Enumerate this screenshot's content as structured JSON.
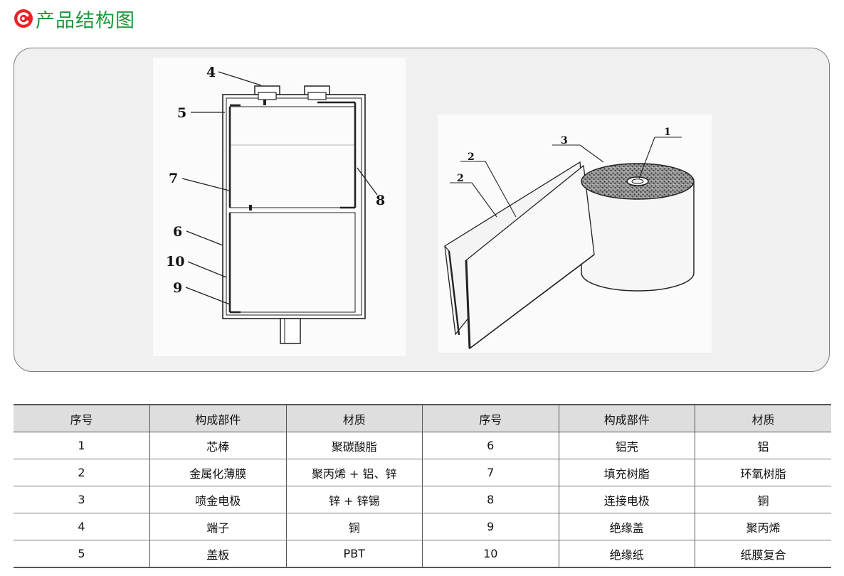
{
  "header": {
    "title": "产品结构图",
    "logo_icon": "c-logo-icon",
    "logo_color": "#e8232a",
    "title_color": "#1a9a3c"
  },
  "figure": {
    "left_callouts": [
      "4",
      "5",
      "7",
      "6",
      "10",
      "9",
      "8"
    ],
    "right_callouts": [
      "1",
      "3",
      "2",
      "2"
    ]
  },
  "table": {
    "headers": [
      "序号",
      "构成部件",
      "材质",
      "序号",
      "构成部件",
      "材质"
    ],
    "rows": [
      [
        "1",
        "芯棒",
        "聚碳酸脂",
        "6",
        "铝壳",
        "铝"
      ],
      [
        "2",
        "金属化薄膜",
        "聚丙烯 + 铝、锌",
        "7",
        "填充树脂",
        "环氧树脂"
      ],
      [
        "3",
        "喷金电极",
        "锌 + 锌锡",
        "8",
        "连接电极",
        "铜"
      ],
      [
        "4",
        "端子",
        "铜",
        "9",
        "绝缘盖",
        "聚丙烯"
      ],
      [
        "5",
        "盖板",
        "PBT",
        "10",
        "绝缘纸",
        "纸膜复合"
      ]
    ]
  }
}
